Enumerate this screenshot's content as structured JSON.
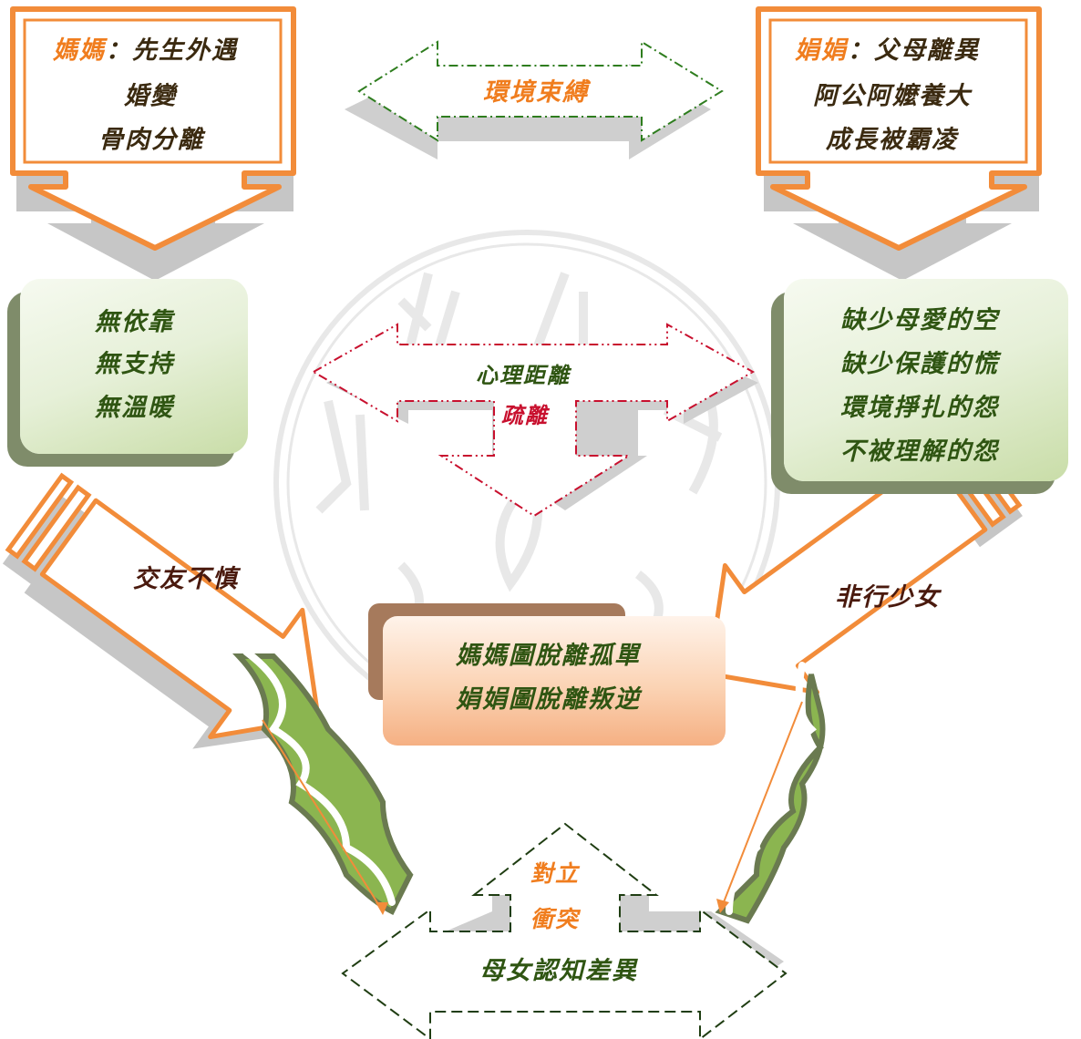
{
  "top_left": {
    "name": "媽媽",
    "colon": "：",
    "line1": "先生外遇",
    "line2": "婚變",
    "line3": "骨肉分離"
  },
  "top_right": {
    "name": "娟娟",
    "colon": "：",
    "line1": "父母離異",
    "line2": "阿公阿嬤養大",
    "line3": "成長被霸凌"
  },
  "top_arrow_label": "環境束縛",
  "left_box": [
    "無依靠",
    "無支持",
    "無溫暖"
  ],
  "right_box": [
    "缺少母愛的空",
    "缺少保護的慌",
    "環境掙扎的怨",
    "不被理解的怨"
  ],
  "center_arrow": {
    "line1": "心理距離",
    "line2": "疏離"
  },
  "left_diag_label": "交友不慎",
  "right_diag_label": "非行少女",
  "peach_box": {
    "line1": "媽媽圖脫離孤單",
    "line2": "娟娟圖脫離叛逆"
  },
  "bottom_arrow": {
    "line1": "對立",
    "line2": "衝突",
    "label": "母女認知差異"
  },
  "colors": {
    "orange": "#f28c3a",
    "green_dash": "#2e7d1e",
    "red_dash": "#c8102e",
    "dark_dash": "#1f3d12",
    "shadow": "#c6c6c6",
    "leaf": "#8bb550"
  }
}
